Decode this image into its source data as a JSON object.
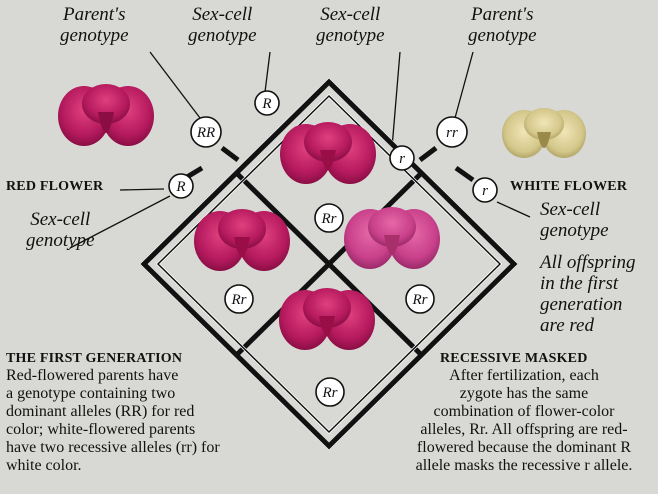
{
  "labels": {
    "parent_left": [
      "Parent's",
      "genotype"
    ],
    "sexcell_top_left": [
      "Sex-cell",
      "genotype"
    ],
    "sexcell_top_right": [
      "Sex-cell",
      "genotype"
    ],
    "parent_right": [
      "Parent's",
      "genotype"
    ],
    "red_flower": "RED FLOWER",
    "white_flower": "WHITE FLOWER",
    "sexcell_left": [
      "Sex-cell",
      "genotype"
    ],
    "sexcell_right": [
      "Sex-cell",
      "genotype"
    ],
    "offspring": [
      "All offspring",
      "in the first",
      "generation",
      "are red"
    ]
  },
  "genotypes": {
    "parent_red": "RR",
    "parent_white": "rr",
    "gamete_top_left": "R",
    "gamete_top_right": "r",
    "gamete_left": "R",
    "gamete_right": "r",
    "cell_top": "Rr",
    "cell_left": "Rr",
    "cell_right": "Rr",
    "cell_bottom": "Rr"
  },
  "first_generation": {
    "title": "THE FIRST GENERATION",
    "lines": [
      "Red-flowered parents have",
      "a genotype containing two",
      "dominant alleles (RR) for red",
      "color; white-flowered parents",
      "have two recessive alleles (rr) for",
      "white color."
    ]
  },
  "recessive_masked": {
    "title": "RECESSIVE MASKED",
    "lines": [
      "After fertilization, each",
      "zygote has the same",
      "combination of flower-color",
      "alleles, Rr. All offspring are red-",
      "flowered because the dominant R",
      "allele masks the recessive r allele."
    ]
  },
  "colors": {
    "background": "#d8d8d4",
    "red_flower": "#c8206a",
    "white_flower": "#d8cc8a"
  }
}
